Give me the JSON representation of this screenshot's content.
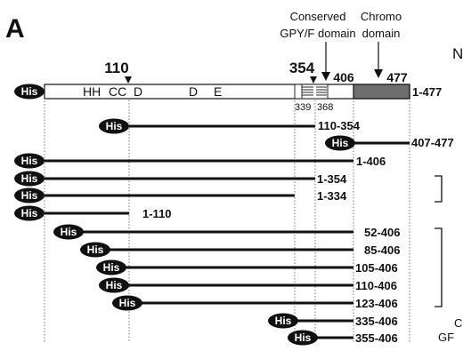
{
  "panel_label": "A",
  "annotations": {
    "conserved_line1": "Conserved",
    "conserved_line2": "GPY/F domain",
    "chromo_line1": "Chromo",
    "chromo_line2": "domain"
  },
  "positions": {
    "p110": "110",
    "p354": "354",
    "p406": "406",
    "p477": "477",
    "p339": "339",
    "p368": "368"
  },
  "motif_labels": {
    "hh": "HH",
    "cc": "CC",
    "d1": "D",
    "d2": "D",
    "e": "E"
  },
  "tag_label": "His",
  "full_length_label": "1-477",
  "constructs": [
    "110-354",
    "407-477",
    "1-406",
    "1-354",
    "1-334",
    "1-110",
    "52-406",
    "85-406",
    "105-406",
    "110-406",
    "123-406",
    "335-406",
    "355-406"
  ],
  "edge_fragments": {
    "top": "N",
    "bottom_1": "C",
    "bottom_2": "GF"
  },
  "colors": {
    "tag_fill": "#111111",
    "chromo_fill": "#6e6e6e",
    "line": "#111111"
  }
}
